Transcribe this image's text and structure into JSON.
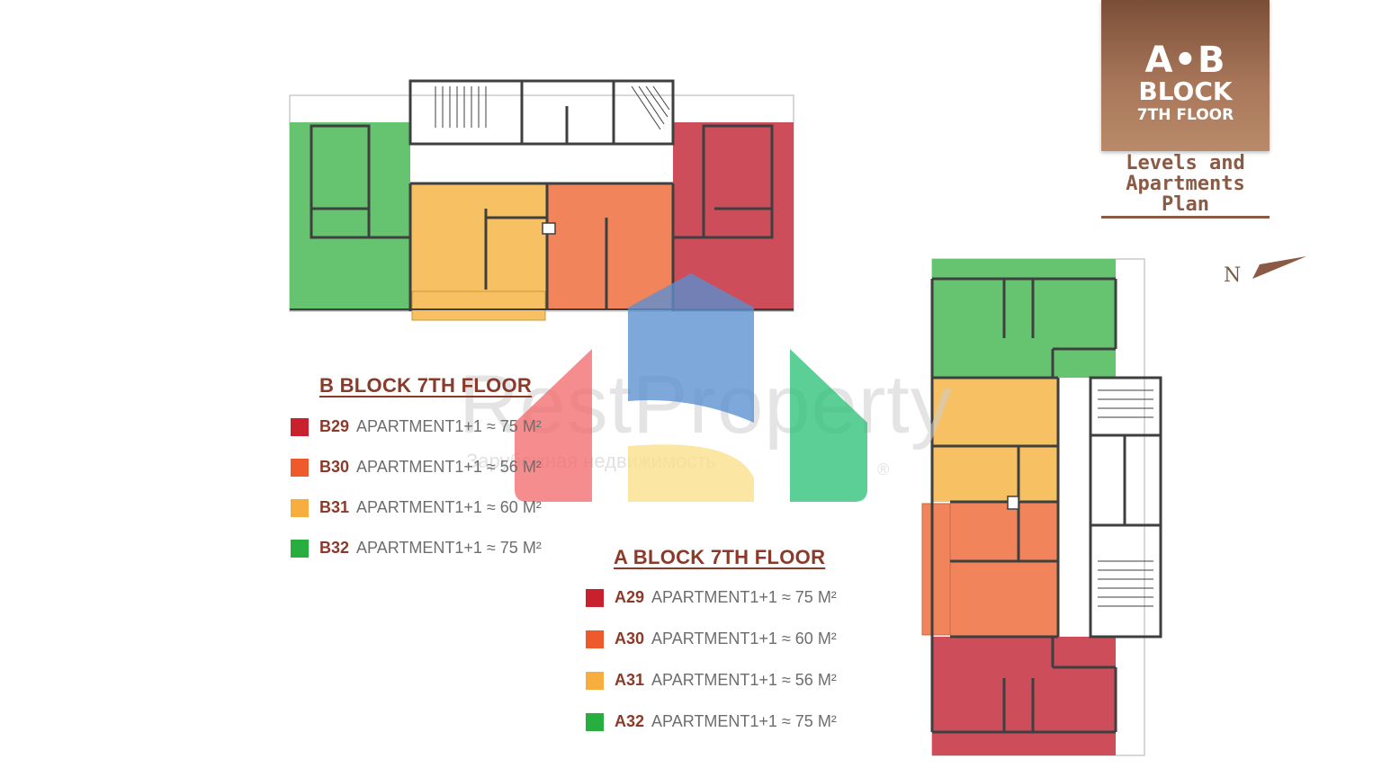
{
  "badge": {
    "line1": "A•B",
    "line2": "BLOCK",
    "line3": "7TH FLOOR"
  },
  "levels_caption": [
    "Levels and",
    "Apartments",
    "Plan"
  ],
  "north_label": "N",
  "watermark": {
    "brand": "RestProperty",
    "tagline": "Зарубежная недвижимость",
    "reg": "®"
  },
  "b_block": {
    "title": "B BLOCK 7TH FLOOR",
    "items": [
      {
        "code": "B29",
        "desc": "APARTMENT1+1 ≈ 75 M²",
        "color": "#c8202d"
      },
      {
        "code": "B30",
        "desc": "APARTMENT1+1 ≈ 56 M²",
        "color": "#ee5a2c"
      },
      {
        "code": "B31",
        "desc": "APARTMENT1+1 ≈ 60 M²",
        "color": "#f8ad3f"
      },
      {
        "code": "B32",
        "desc": "APARTMENT1+1 ≈ 75 M²",
        "color": "#27ae3f"
      }
    ]
  },
  "a_block": {
    "title": "A BLOCK 7TH FLOOR",
    "items": [
      {
        "code": "A29",
        "desc": "APARTMENT1+1 ≈ 75 M²",
        "color": "#c8202d"
      },
      {
        "code": "A30",
        "desc": "APARTMENT1+1 ≈ 60 M²",
        "color": "#ee5a2c"
      },
      {
        "code": "A31",
        "desc": "APARTMENT1+1 ≈ 56 M²",
        "color": "#f8ad3f"
      },
      {
        "code": "A32",
        "desc": "APARTMENT1+1 ≈ 75 M²",
        "color": "#27ae3f"
      }
    ]
  },
  "plan_colors": {
    "red": "#cd4d5b",
    "orange": "#f1845a",
    "yellow": "#f7c062",
    "green": "#66c471",
    "wall": "#3f3f3f"
  }
}
